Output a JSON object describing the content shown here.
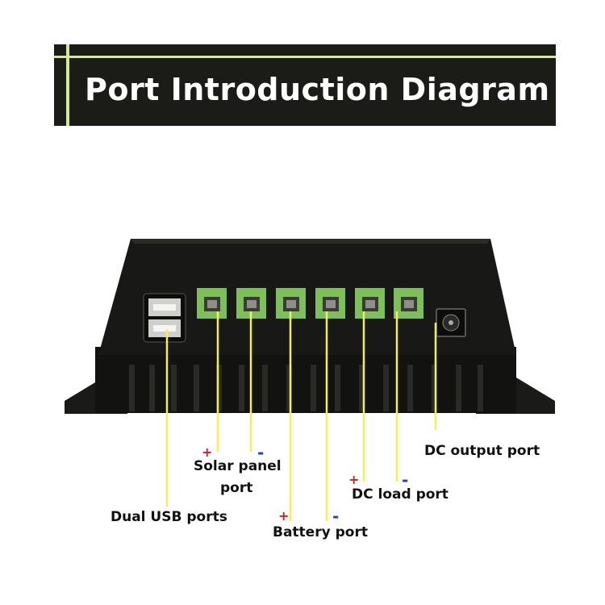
{
  "banner": {
    "title": "Port Introduction Diagram"
  },
  "labels": {
    "solar_panel_1": "Solar panel",
    "solar_panel_2": "port",
    "dual_usb": "Dual USB ports",
    "battery": "Battery port",
    "dc_load": "DC load port",
    "dc_output": "DC output port"
  },
  "signs": {
    "plus": "+",
    "minus": "-"
  },
  "colors": {
    "banner_bg": "#1b1b18",
    "banner_accent": "#d4e89a",
    "device_body": "#181816",
    "terminal_green": "#7dc05a",
    "leader_line": "#f4ef55",
    "plus_sign": "#d21f1f",
    "minus_sign": "#1a44c2"
  }
}
